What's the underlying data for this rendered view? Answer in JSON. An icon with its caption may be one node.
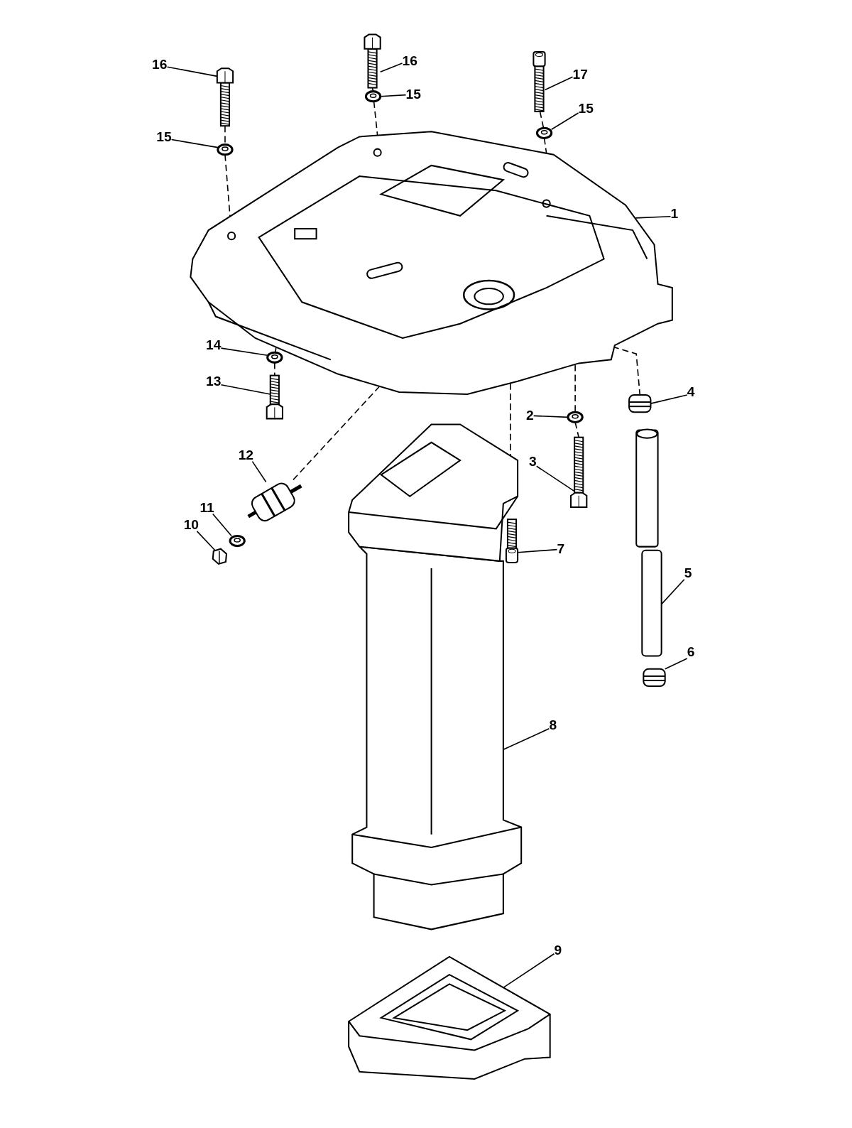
{
  "diagram": {
    "nodes": [
      {
        "text": [
          "16"
        ]
      },
      {
        "text": [
          "16"
        ]
      },
      {
        "text": [
          "17"
        ]
      },
      {
        "text": [
          "15"
        ]
      },
      {
        "text": [
          "15"
        ]
      },
      {
        "text": [
          "15"
        ]
      },
      {
        "text": [
          "1"
        ]
      },
      {
        "text": [
          "14"
        ]
      },
      {
        "text": [
          "13"
        ]
      },
      {
        "text": [
          "4"
        ]
      },
      {
        "text": [
          "2"
        ]
      },
      {
        "text": [
          "12"
        ]
      },
      {
        "text": [
          "3"
        ]
      },
      {
        "text": [
          "11"
        ]
      },
      {
        "text": [
          "10"
        ]
      },
      {
        "text": [
          "7"
        ]
      },
      {
        "text": [
          "5"
        ]
      },
      {
        "text": [
          "6"
        ]
      },
      {
        "text": [
          "8"
        ]
      },
      {
        "text": [
          "9"
        ]
      },
      {
        "text": [],
        "shape": "picture"
      },
      {
        "text": [],
        "shape": "picture"
      },
      {
        "text": [],
        "shape": "picture"
      },
      {
        "text": [],
        "shape": "picture"
      },
      {
        "text": [],
        "shape": "picture"
      },
      {
        "text": [],
        "shape": "picture"
      },
      {
        "text": [],
        "shape": "picture"
      },
      {
        "text": [],
        "shape": "picture"
      },
      {
        "text": [],
        "shape": "picture"
      },
      {
        "text": [],
        "shape": "picture"
      },
      {
        "text": [],
        "shape": "picture"
      },
      {
        "text": [],
        "shape": "picture"
      },
      {
        "text": [],
        "shape": "picture"
      },
      {
        "text": [],
        "shape": "picture"
      },
      {
        "text": [],
        "shape": "picture"
      },
      {
        "text": [],
        "shape": "picture"
      },
      {
        "text": [],
        "shape": "picture"
      },
      {
        "text": [],
        "shape": "picture"
      },
      {
        "text": [],
        "shape": "picture"
      },
      {
        "text": [],
        "shape": "picture"
      }
    ],
    "edges": [
      {
        "from": 0,
        "to": 22,
        "arrow": "none"
      },
      {
        "from": 1,
        "to": 20,
        "arrow": "none"
      },
      {
        "from": 2,
        "to": 21,
        "arrow": "none"
      },
      {
        "from": 3,
        "to": 23,
        "arrow": "none"
      },
      {
        "from": 4,
        "to": 24,
        "arrow": "none"
      },
      {
        "from": 5,
        "to": 25,
        "arrow": "none"
      },
      {
        "from": 6,
        "to": 26,
        "arrow": "none"
      },
      {
        "from": 7,
        "to": 27,
        "arrow": "none"
      },
      {
        "from": 8,
        "to": 28,
        "arrow": "none"
      },
      {
        "from": 9,
        "to": 29,
        "arrow": "none"
      },
      {
        "from": 10,
        "to": 30,
        "arrow": "none"
      },
      {
        "from": 11,
        "to": 34,
        "arrow": "none"
      },
      {
        "from": 12,
        "to": 33,
        "arrow": "none"
      },
      {
        "from": 13,
        "to": 36,
        "arrow": "none"
      },
      {
        "from": 14,
        "to": 37,
        "arrow": "none"
      },
      {
        "from": 15,
        "to": 35,
        "arrow": "none"
      },
      {
        "from": 16,
        "to": 32,
        "arrow": "none"
      },
      {
        "from": 17,
        "to": 38,
        "arrow": "none"
      },
      {
        "from": 18,
        "to": 31,
        "arrow": "none"
      },
      {
        "from": 19,
        "to": 39,
        "arrow": "none"
      },
      {
        "from": 22,
        "to": 25,
        "arrow": "none",
        "style": "dashed"
      },
      {
        "from": 25,
        "to": 26,
        "arrow": "none",
        "style": "dashed"
      },
      {
        "from": 20,
        "to": 23,
        "arrow": "none",
        "style": "dashed"
      },
      {
        "from": 23,
        "to": 26,
        "arrow": "none",
        "style": "dashed"
      },
      {
        "from": 21,
        "to": 24,
        "arrow": "none",
        "style": "dashed"
      },
      {
        "from": 24,
        "to": 26,
        "arrow": "none",
        "style": "dashed"
      },
      {
        "from": 26,
        "to": 27,
        "arrow": "none",
        "style": "dashed"
      },
      {
        "from": 27,
        "to": 28,
        "arrow": "none",
        "style": "dashed"
      },
      {
        "from": 26,
        "to": 34,
        "arrow": "none",
        "style": "dashed"
      },
      {
        "from": 26,
        "to": 30,
        "arrow": "none",
        "style": "dashed"
      },
      {
        "from": 30,
        "to": 33,
        "arrow": "none",
        "style": "dashed"
      },
      {
        "from": 26,
        "to": 29,
        "arrow": "none",
        "style": "dashed"
      },
      {
        "from": 26,
        "to": 31,
        "arrow": "none",
        "style": "dashed"
      }
    ]
  }
}
